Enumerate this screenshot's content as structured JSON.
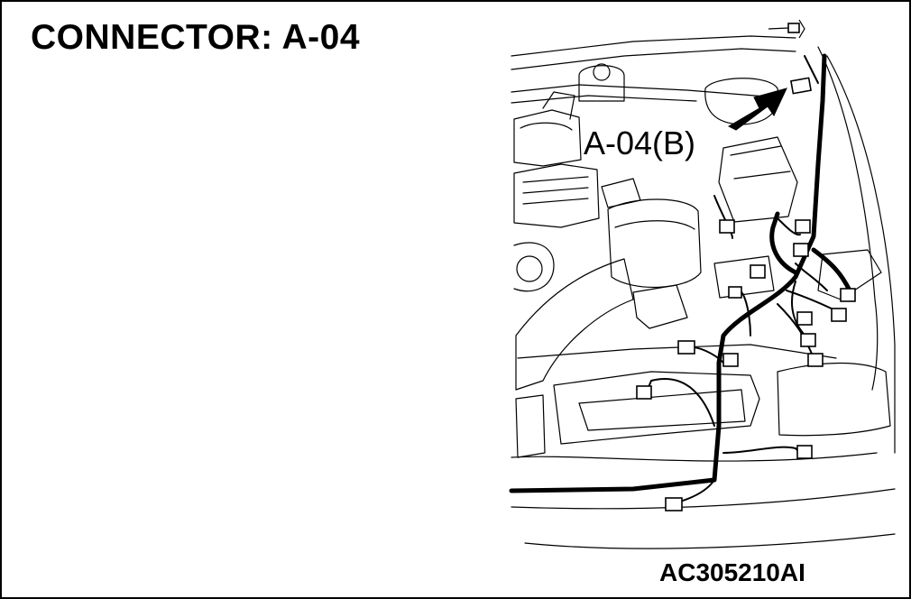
{
  "title": "CONNECTOR: A-04",
  "callout_label": "A-04(B)",
  "figure_id": "AC305210AI",
  "colors": {
    "line": "#000000",
    "background": "#ffffff"
  },
  "icons": {
    "pointer": "bold-arrow-icon"
  }
}
